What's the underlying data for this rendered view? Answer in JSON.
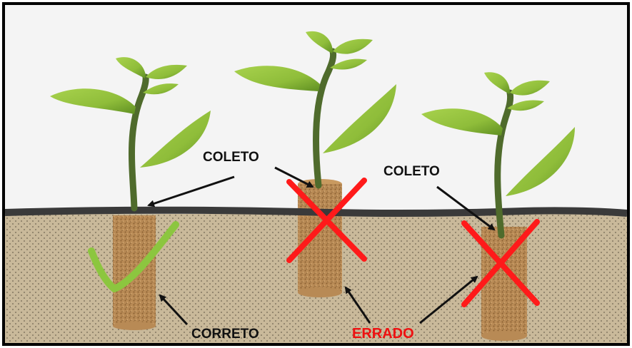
{
  "labels": {
    "coleto_center": "COLETO",
    "coleto_right": "COLETO",
    "correto": "CORRETO",
    "errado": "ERRADO"
  },
  "colors": {
    "sky": "#f4f4f4",
    "soil": "#c9b99a",
    "ground_line": "#3a3a3a",
    "plug": "#b88a55",
    "leaf": "#8fbd3a",
    "stem": "#4f6b2c",
    "check": "#8cc63f",
    "cross": "#ff1a1a",
    "arrow": "#111111",
    "label_dark": "#111111",
    "label_red": "#ee1111"
  },
  "marks": {
    "left_plant": "check",
    "center_plant": "cross",
    "right_plant": "cross"
  }
}
